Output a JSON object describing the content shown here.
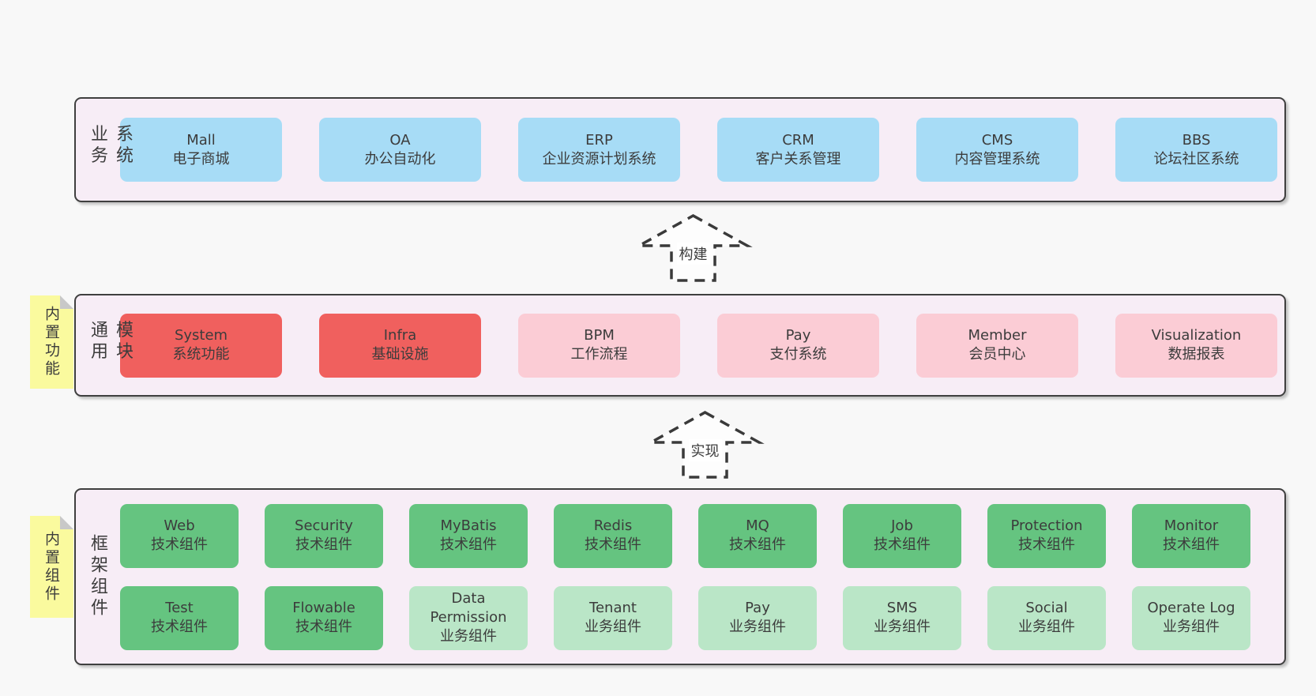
{
  "colors": {
    "page_bg": "#f8f8f8",
    "container_bg": "#f7edf6",
    "container_border": "#3f3f3f",
    "blue": "#a7dcf6",
    "red": "#f0605e",
    "pink": "#fbccd5",
    "green_dark": "#65c480",
    "green_light": "#bae6c7",
    "yellow_note": "#fafa9e",
    "note_fold": "#c8c8c8",
    "text": "#3c3c3c"
  },
  "arrows": {
    "build": {
      "label": "构建"
    },
    "implement": {
      "label": "实现"
    }
  },
  "layers": {
    "business": {
      "label": "业务系统",
      "boxes": [
        {
          "name": "Mall",
          "desc": "电子商城",
          "variant": "blue"
        },
        {
          "name": "OA",
          "desc": "办公自动化",
          "variant": "blue"
        },
        {
          "name": "ERP",
          "desc": "企业资源计划系统",
          "variant": "blue"
        },
        {
          "name": "CRM",
          "desc": "客户关系管理",
          "variant": "blue"
        },
        {
          "name": "CMS",
          "desc": "内容管理系统",
          "variant": "blue"
        },
        {
          "name": "BBS",
          "desc": "论坛社区系统",
          "variant": "blue"
        }
      ]
    },
    "modules": {
      "label": "通用模块",
      "note": "内置功能",
      "boxes": [
        {
          "name": "System",
          "desc": "系统功能",
          "variant": "red"
        },
        {
          "name": "Infra",
          "desc": "基础设施",
          "variant": "red"
        },
        {
          "name": "BPM",
          "desc": "工作流程",
          "variant": "pink"
        },
        {
          "name": "Pay",
          "desc": "支付系统",
          "variant": "pink"
        },
        {
          "name": "Member",
          "desc": "会员中心",
          "variant": "pink"
        },
        {
          "name": "Visualization",
          "desc": "数据报表",
          "variant": "pink"
        }
      ]
    },
    "components": {
      "label": "框架组件",
      "note": "内置组件",
      "rows": [
        [
          {
            "name": "Web",
            "desc": "技术组件",
            "variant": "green-dark"
          },
          {
            "name": "Security",
            "desc": "技术组件",
            "variant": "green-dark"
          },
          {
            "name": "MyBatis",
            "desc": "技术组件",
            "variant": "green-dark"
          },
          {
            "name": "Redis",
            "desc": "技术组件",
            "variant": "green-dark"
          },
          {
            "name": "MQ",
            "desc": "技术组件",
            "variant": "green-dark"
          },
          {
            "name": "Job",
            "desc": "技术组件",
            "variant": "green-dark"
          },
          {
            "name": "Protection",
            "desc": "技术组件",
            "variant": "green-dark"
          },
          {
            "name": "Monitor",
            "desc": "技术组件",
            "variant": "green-dark"
          }
        ],
        [
          {
            "name": "Test",
            "desc": "技术组件",
            "variant": "green-dark"
          },
          {
            "name": "Flowable",
            "desc": "技术组件",
            "variant": "green-dark"
          },
          {
            "name": "Data Permission",
            "desc": "业务组件",
            "variant": "green-light"
          },
          {
            "name": "Tenant",
            "desc": "业务组件",
            "variant": "green-light"
          },
          {
            "name": "Pay",
            "desc": "业务组件",
            "variant": "green-light"
          },
          {
            "name": "SMS",
            "desc": "业务组件",
            "variant": "green-light"
          },
          {
            "name": "Social",
            "desc": "业务组件",
            "variant": "green-light"
          },
          {
            "name": "Operate Log",
            "desc": "业务组件",
            "variant": "green-light"
          }
        ]
      ]
    }
  }
}
